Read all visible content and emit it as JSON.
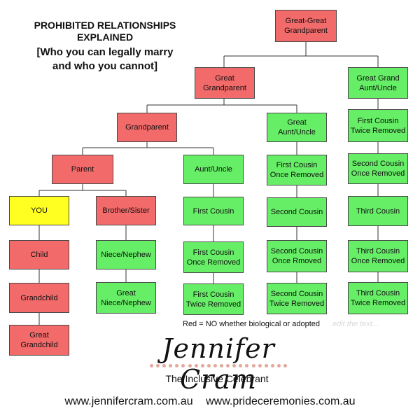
{
  "title": {
    "line1": "PROHIBITED RELATIONSHIPS",
    "line2": "EXPLAINED",
    "line3": "[Who you can legally marry",
    "line4": "and who you cannot]"
  },
  "colors": {
    "prohibited": "#f26a6a",
    "allowed": "#66ee66",
    "you": "#ffff22"
  },
  "nodes": {
    "great_great_grandparent": {
      "label": "Great-Great\nGrandparent",
      "status": "prohibited"
    },
    "great_grandparent": {
      "label": "Great\nGrandparent",
      "status": "prohibited"
    },
    "great_grand_aunt_uncle": {
      "label": "Great Grand\nAunt/Uncle",
      "status": "allowed"
    },
    "grandparent": {
      "label": "Grandparent",
      "status": "prohibited"
    },
    "great_aunt_uncle": {
      "label": "Great\nAunt/Uncle",
      "status": "allowed"
    },
    "parent": {
      "label": "Parent",
      "status": "prohibited"
    },
    "aunt_uncle": {
      "label": "Aunt/Uncle",
      "status": "allowed"
    },
    "first_cousin_once_removed_col4": {
      "label": "First Cousin\nOnce Removed",
      "status": "allowed"
    },
    "first_cousin_twice_removed_col5": {
      "label": "First Cousin\nTwice Removed",
      "status": "allowed"
    },
    "you": {
      "label": "YOU",
      "status": "you"
    },
    "brother_sister": {
      "label": "Brother/Sister",
      "status": "prohibited"
    },
    "first_cousin": {
      "label": "First Cousin",
      "status": "allowed"
    },
    "second_cousin": {
      "label": "Second Cousin",
      "status": "allowed"
    },
    "second_cousin_once_removed_col5": {
      "label": "Second Cousin\nOnce Removed",
      "status": "allowed"
    },
    "child": {
      "label": "Child",
      "status": "prohibited"
    },
    "niece_nephew": {
      "label": "Niece/Nephew",
      "status": "allowed"
    },
    "first_cousin_once_removed_col3": {
      "label": "First Cousin\nOnce Removed",
      "status": "allowed"
    },
    "second_cousin_once_rmoved_col4": {
      "label": "Second Cousin\nOnce Rmoved",
      "status": "allowed"
    },
    "third_cousin": {
      "label": "Third Cousin",
      "status": "allowed"
    },
    "grandchild": {
      "label": "Grandchild",
      "status": "prohibited"
    },
    "great_niece_nephew": {
      "label": "Great\nNiece/Nephew",
      "status": "allowed"
    },
    "first_cousin_twice_removed_col3": {
      "label": "First Cousin\nTwice Removed",
      "status": "allowed"
    },
    "second_cousin_twice_removed": {
      "label": "Second Cousin\nTwice Removed",
      "status": "allowed"
    },
    "third_cousin_once_removed": {
      "label": "Third Cousin\nOnce Removed",
      "status": "allowed"
    },
    "third_cousin_twice_removed": {
      "label": "Third Cousin\nTwice Removed",
      "status": "allowed"
    },
    "great_grandchild": {
      "label": "Great\nGrandchild",
      "status": "prohibited"
    }
  },
  "legend": {
    "note": "Red = NO whether biological or adopted",
    "ghost_text": "edit the text..."
  },
  "footer": {
    "signature": "Jennifer Cram",
    "tagline": "The Inclusive Celebrant",
    "url1": "www.jennifercram.com.au",
    "url2": "www.prideceremonies.com.au"
  }
}
